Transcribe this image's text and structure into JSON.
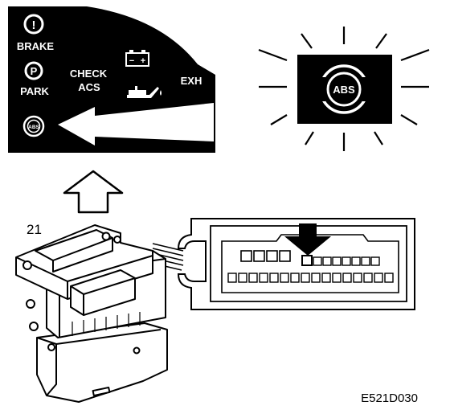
{
  "instrument_cluster": {
    "brake_label": "BRAKE",
    "brake_icon_glyph": "!",
    "park_label": "PARK",
    "park_icon_glyph": "P",
    "abs_small_glyph": "ABS",
    "check_line1": "CHECK",
    "check_line2": "ACS",
    "exh_label": "EXH",
    "battery_minus": "−",
    "battery_plus": "+"
  },
  "warning_lamp": {
    "abs_glyph": "ABS"
  },
  "connector": {
    "label": "21"
  },
  "figure_code": "E521D030",
  "colors": {
    "ink": "#000000",
    "paper": "#ffffff"
  }
}
